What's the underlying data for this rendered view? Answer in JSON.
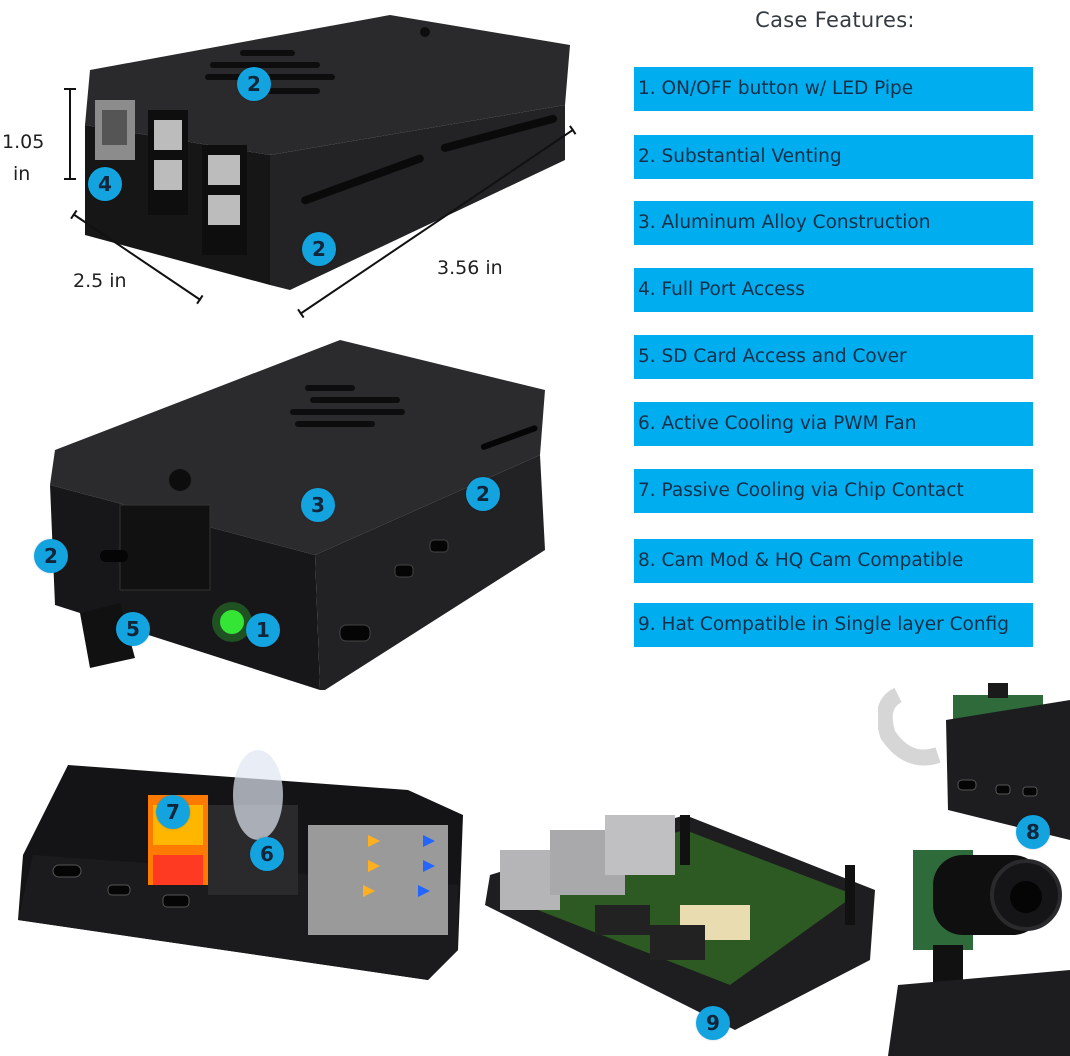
{
  "features": {
    "title": "Case Features:",
    "items": [
      {
        "label": "1. ON/OFF button w/ LED Pipe"
      },
      {
        "label": "2. Substantial Venting"
      },
      {
        "label": "3. Aluminum Alloy Construction"
      },
      {
        "label": "4. Full Port Access"
      },
      {
        "label": "5. SD Card Access and Cover"
      },
      {
        "label": "6. Active Cooling via PWM Fan"
      },
      {
        "label": "7. Passive Cooling via Chip Contact"
      },
      {
        "label": "8. Cam Mod & HQ Cam Compatible"
      },
      {
        "label": "9. Hat Compatible in Single layer Config"
      }
    ],
    "box_color": "#00adee",
    "text_color": "#13304a"
  },
  "dimensions": {
    "height_value": "1.05",
    "height_unit": "in",
    "width": "2.5 in",
    "length": "3.56 in"
  },
  "badges": {
    "top_vent": "2",
    "top_port": "4",
    "top_side_vent": "2",
    "mid_button": "1",
    "mid_alloy": "3",
    "mid_side_vent": "2",
    "mid_front_vent": "2",
    "mid_sd_cover": "5",
    "cool_passive": "7",
    "cool_fan": "6",
    "board_hat": "9",
    "camera": "8"
  },
  "colors": {
    "badge": "#13a4e0",
    "case": "#1c1c1e",
    "led": "#39ff3a"
  }
}
